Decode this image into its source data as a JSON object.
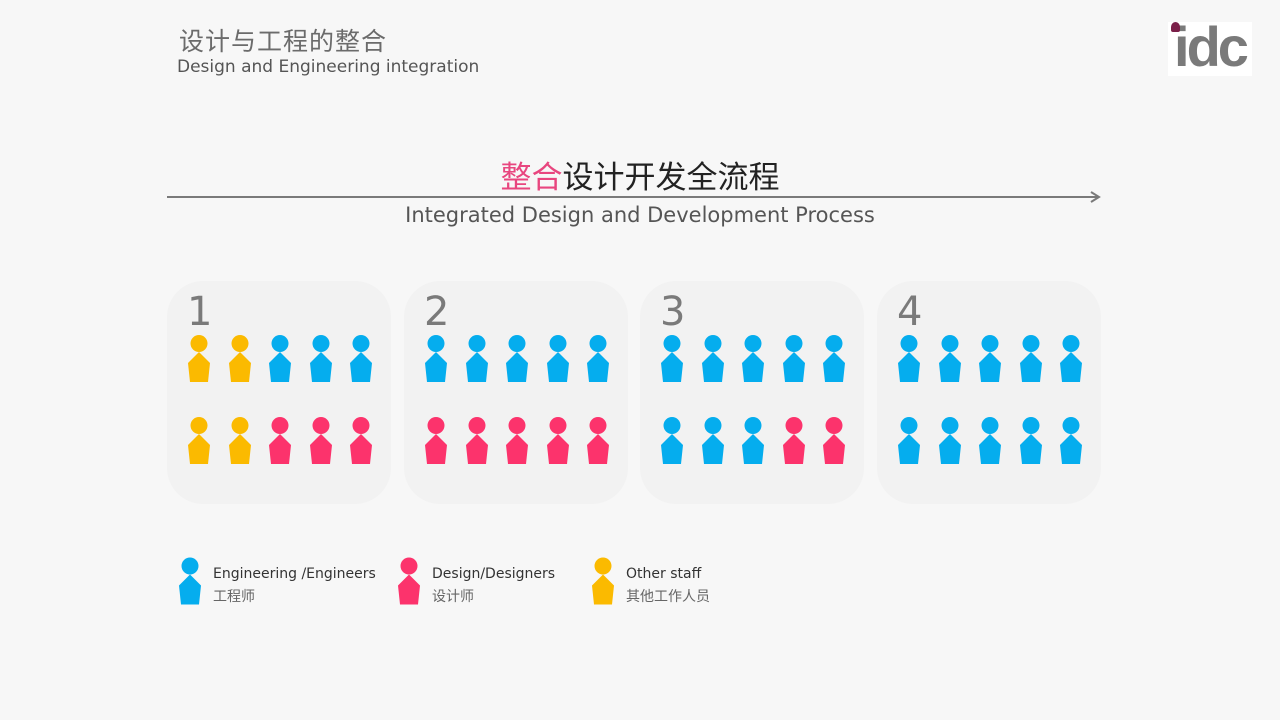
{
  "header": {
    "title_cn": "设计与工程的整合",
    "title_en": "Design and Engineering integration",
    "logo_text": "idc"
  },
  "process": {
    "title_accent": "整合",
    "title_rest": "设计开发全流程",
    "subtitle": "Integrated Design and Development Process"
  },
  "colors": {
    "engineering": "#05adee",
    "design": "#fc336c",
    "other": "#fbba00",
    "arrow": "#7a7a7a"
  },
  "panels": [
    {
      "label": "1",
      "rows": [
        [
          "other",
          "other",
          "engineering",
          "engineering",
          "engineering"
        ],
        [
          "other",
          "other",
          "design",
          "design",
          "design"
        ]
      ]
    },
    {
      "label": "2",
      "rows": [
        [
          "engineering",
          "engineering",
          "engineering",
          "engineering",
          "engineering"
        ],
        [
          "design",
          "design",
          "design",
          "design",
          "design"
        ]
      ]
    },
    {
      "label": "3",
      "rows": [
        [
          "engineering",
          "engineering",
          "engineering",
          "engineering",
          "engineering"
        ],
        [
          "engineering",
          "engineering",
          "engineering",
          "design",
          "design"
        ]
      ]
    },
    {
      "label": "4",
      "rows": [
        [
          "engineering",
          "engineering",
          "engineering",
          "engineering",
          "engineering"
        ],
        [
          "engineering",
          "engineering",
          "engineering",
          "engineering",
          "engineering"
        ]
      ]
    }
  ],
  "legend": [
    {
      "role": "engineering",
      "label": "Engineering /Engineers",
      "sub": "工程师"
    },
    {
      "role": "design",
      "label": "Design/Designers",
      "sub": "设计师"
    },
    {
      "role": "other",
      "label": "Other staff",
      "sub": "其他工作人员"
    }
  ]
}
